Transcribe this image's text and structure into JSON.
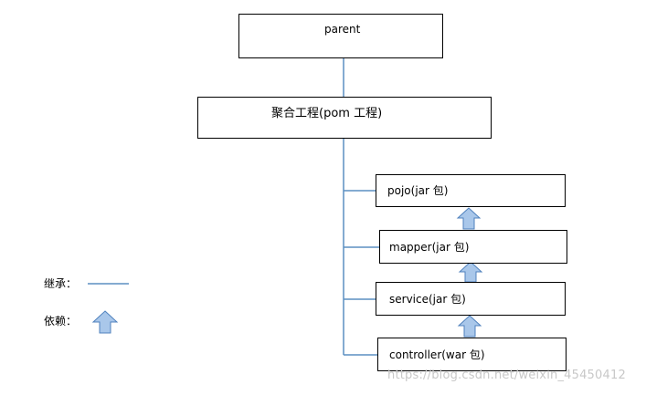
{
  "diagram": {
    "nodes": {
      "parent": "parent",
      "aggregate": "聚合工程(pom 工程)",
      "pojo": "pojo(jar 包)",
      "mapper": "mapper(jar 包)",
      "service": "service(jar 包)",
      "controller": "controller(war 包)"
    },
    "legend": {
      "inherit_label": "继承：",
      "depend_label": "依赖："
    },
    "colors": {
      "line": "#5b8fc2",
      "arrow_fill": "#a9c7ea",
      "arrow_stroke": "#4f81bd",
      "border": "#000000"
    },
    "watermark": "https://blog.csdn.net/weixin_45450412"
  }
}
